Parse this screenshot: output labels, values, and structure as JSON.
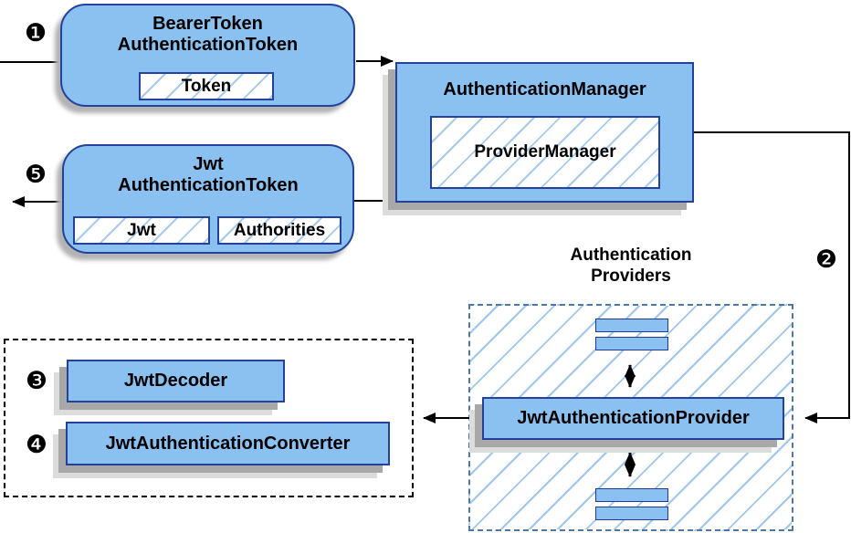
{
  "nodes": {
    "bearer_token": {
      "line1": "BearerToken",
      "line2": "AuthenticationToken",
      "chip": "Token"
    },
    "authentication_manager": {
      "title": "AuthenticationManager",
      "chip": "ProviderManager"
    },
    "jwt_authentication_token": {
      "line1": "Jwt",
      "line2": "AuthenticationToken",
      "chips": [
        "Jwt",
        "Authorities"
      ]
    },
    "jwt_authentication_provider": {
      "title": "JwtAuthenticationProvider"
    },
    "jwt_decoder": {
      "title": "JwtDecoder"
    },
    "jwt_authentication_converter": {
      "title": "JwtAuthenticationConverter"
    }
  },
  "labels": {
    "providers_line1": "Authentication",
    "providers_line2": "Providers"
  },
  "badges": {
    "step1": "❶",
    "step2": "❷",
    "step3": "❸",
    "step4": "❹",
    "step5": "❺"
  },
  "colors": {
    "node_fill": "#8bc1f0",
    "node_border": "#24419b",
    "hatch_line": "#a5c9ef",
    "group_dash": "#4a78ad",
    "dotted_box": "#000000",
    "shadow_dark": "#a8a8a8",
    "shadow_light": "#dcdcdc",
    "connector": "#000000"
  }
}
